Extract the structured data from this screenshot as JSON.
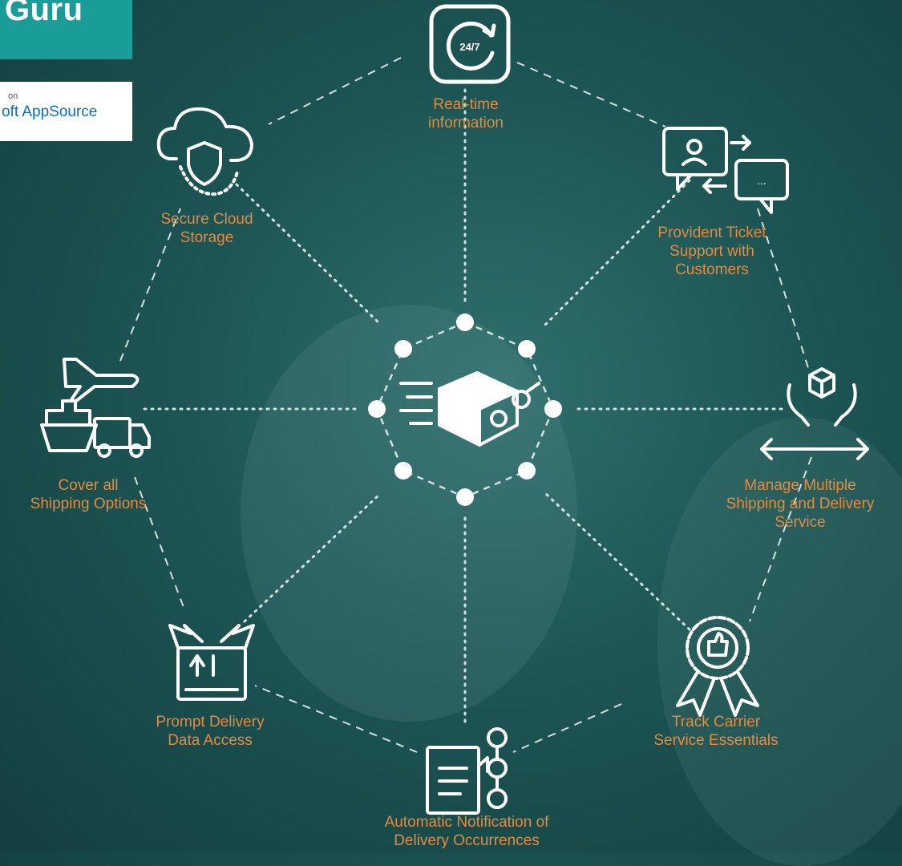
{
  "brand": {
    "title": "Guru"
  },
  "badge": {
    "line1": "on",
    "line2": "oft AppSource"
  },
  "colors": {
    "accent": "#e58a3f",
    "brand": "#1a9c98",
    "line": "#ffffff"
  },
  "nodes": [
    {
      "icon": "clock-24-7-icon",
      "label_lines": [
        "Real-time",
        "information"
      ]
    },
    {
      "icon": "support-chat-icon",
      "label_lines": [
        "Provident Ticket",
        "Support with",
        "Customers"
      ]
    },
    {
      "icon": "hands-box-icon",
      "label_lines": [
        "Manage Multiple",
        "Shipping and Delivery",
        "Service"
      ]
    },
    {
      "icon": "award-badge-icon",
      "label_lines": [
        "Track Carrier",
        "Service Essentials"
      ]
    },
    {
      "icon": "notification-document-icon",
      "label_lines": [
        "Automatic Notification of",
        "Delivery Occurrences"
      ]
    },
    {
      "icon": "winged-package-icon",
      "label_lines": [
        "Prompt Delivery",
        "Data Access"
      ]
    },
    {
      "icon": "shipping-modes-icon",
      "label_lines": [
        "Cover all",
        "Shipping Options"
      ]
    },
    {
      "icon": "secure-cloud-icon",
      "label_lines": [
        "Secure Cloud",
        "Storage"
      ]
    }
  ],
  "center": {
    "icon": "fast-box-gears-icon"
  }
}
